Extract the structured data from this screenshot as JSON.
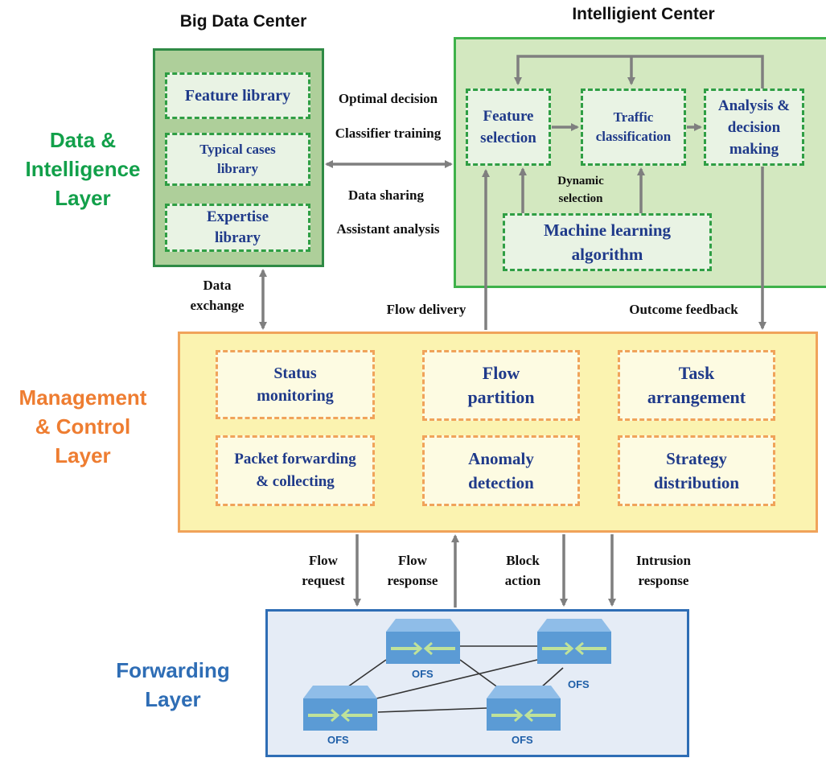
{
  "layers": {
    "data_intelligence": "Data &\nIntelligence\nLayer",
    "management_control": "Management\n& Control\nLayer",
    "forwarding": "Forwarding\nLayer"
  },
  "big_data_center": {
    "title": "Big Data Center",
    "items": [
      "Feature library",
      "Typical cases\nlibrary",
      "Expertise\nlibrary"
    ]
  },
  "intelligent_center": {
    "title": "Intelligient Center",
    "feature_selection": "Feature\nselection",
    "traffic_classification": "Traffic\nclassification",
    "analysis_decision": "Analysis &\ndecision\nmaking",
    "machine_learning": "Machine learning\nalgorithm",
    "dynamic_selection": "Dynamic\nselection"
  },
  "exchange_labels": {
    "optimal_decision": "Optimal decision",
    "classifier_training": "Classifier training",
    "data_sharing": "Data sharing",
    "assistant_analysis": "Assistant analysis",
    "data_exchange": "Data\nexchange",
    "flow_delivery": "Flow delivery",
    "outcome_feedback": "Outcome feedback"
  },
  "management_items": {
    "status_monitoring": "Status\nmonitoring",
    "flow_partition": "Flow\npartition",
    "task_arrangement": "Task\narrangement",
    "packet_forwarding": "Packet forwarding\n& collecting",
    "anomaly_detection": "Anomaly\ndetection",
    "strategy_distribution": "Strategy\ndistribution"
  },
  "forwarding_labels": {
    "flow_request": "Flow\nrequest",
    "flow_response": "Flow\nresponse",
    "block_action": "Block\naction",
    "intrusion_response": "Intrusion\nresponse"
  },
  "switches": [
    "OFS",
    "OFS",
    "OFS",
    "OFS"
  ],
  "colors": {
    "data_layer_label": "#12a04a",
    "management_layer_label": "#ee7d31",
    "forwarding_layer_label": "#2e6db5",
    "big_data_panel": "#aecf9a",
    "intelligent_panel": "#d3e8c0",
    "management_panel": "#fbf3b0",
    "forwarding_panel": "#e5ecf6",
    "arrow": "#7f7f7f",
    "switch": "#5b9bd5"
  }
}
